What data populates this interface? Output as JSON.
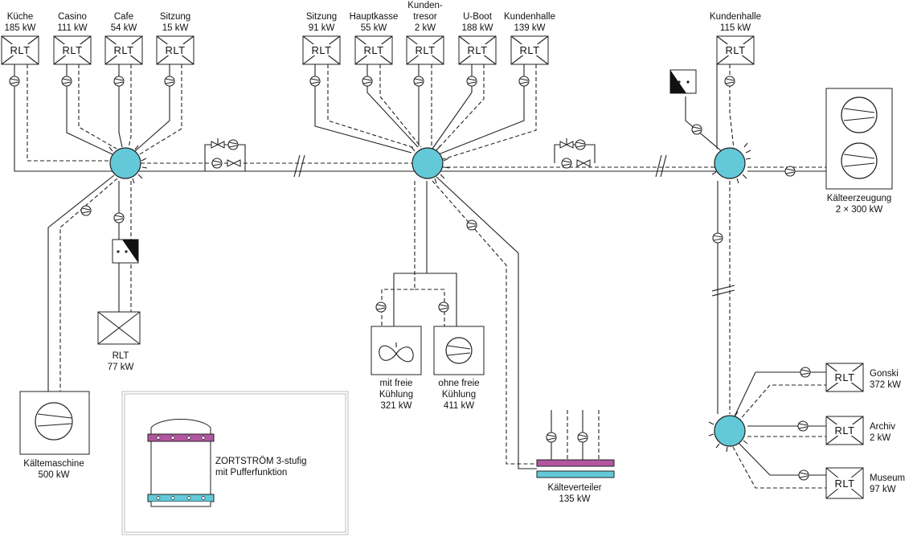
{
  "colors": {
    "node": "#63c9d8",
    "hot_bar": "#b256a0",
    "cold_bar": "#63c9d8",
    "line": "#222222"
  },
  "rlt_abbrev": "RLT",
  "top_left_units": [
    {
      "name": "Küche",
      "power": "185 kW"
    },
    {
      "name": "Casino",
      "power": "111 kW"
    },
    {
      "name": "Cafe",
      "power": "54 kW"
    },
    {
      "name": "Sitzung",
      "power": "15 kW"
    }
  ],
  "top_mid_units": [
    {
      "name": "Sitzung",
      "power": "91 kW"
    },
    {
      "name": "Hauptkasse",
      "power": "55 kW"
    },
    {
      "name": "Kunden-",
      "name2": "tresor",
      "power": "2 kW"
    },
    {
      "name": "U-Boot",
      "power": "188 kW"
    },
    {
      "name": "Kundenhalle",
      "power": "139 kW"
    }
  ],
  "top_right_unit": {
    "name": "Kundenhalle",
    "power": "115 kW"
  },
  "left_rlt": {
    "name": "RLT",
    "power": "77 kW"
  },
  "kaeltemaschine": {
    "name": "Kältemaschine",
    "power": "500 kW"
  },
  "free_cooling": {
    "line1": "mit freie",
    "line2": "Kühlung",
    "power": "321 kW"
  },
  "no_free_cooling": {
    "line1": "ohne freie",
    "line2": "Kühlung",
    "power": "411 kW"
  },
  "kaelteverteiler": {
    "name": "Kälteverteiler",
    "power": "135 kW"
  },
  "kaelteerzeugung": {
    "name": "Kälteerzeugung",
    "power": "2 × 300 kW"
  },
  "storage": {
    "line1": "ZORTSTRÖM 3-stufig",
    "line2": "mit Pufferfunktion"
  },
  "right_units": [
    {
      "name": "Gonski",
      "power": "372 kW"
    },
    {
      "name": "Archiv",
      "power": "2 kW"
    },
    {
      "name": "Museum",
      "power": "97 kW"
    }
  ]
}
